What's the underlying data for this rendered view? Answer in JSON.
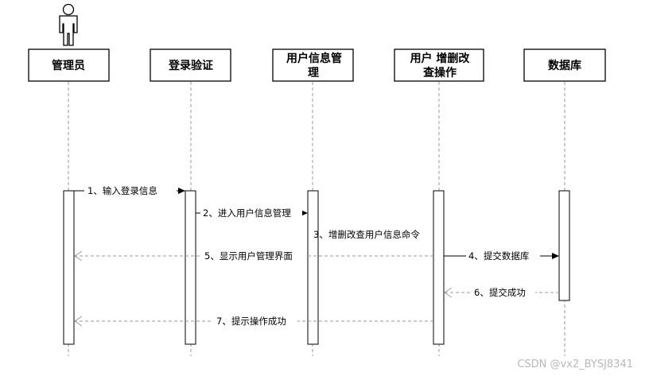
{
  "diagram": {
    "actor": {
      "name": "管理员"
    },
    "participants": [
      {
        "id": "admin",
        "lines": [
          "管理员"
        ]
      },
      {
        "id": "login",
        "lines": [
          "登录验证"
        ]
      },
      {
        "id": "userinfo",
        "lines": [
          "用户信息管",
          "理"
        ]
      },
      {
        "id": "crud",
        "lines": [
          "用户 增删改",
          "查操作"
        ]
      },
      {
        "id": "db",
        "lines": [
          "数据库"
        ]
      }
    ],
    "messages": [
      {
        "label": "1、输入登录信息",
        "from": "admin",
        "to": "login",
        "style": "solid"
      },
      {
        "label": "2、进入用户信息管理",
        "from": "login",
        "to": "userinfo",
        "style": "solid"
      },
      {
        "label": "3、增删改查用户信息命令",
        "from": "userinfo",
        "to": "crud",
        "style": "solid"
      },
      {
        "label": "4、提交数据库",
        "from": "crud",
        "to": "db",
        "style": "solid"
      },
      {
        "label": "5、显示用户管理界面",
        "from": "crud",
        "to": "admin",
        "style": "dashed"
      },
      {
        "label": "6、提交成功",
        "from": "db",
        "to": "crud",
        "style": "dashed"
      },
      {
        "label": "7、提示操作成功",
        "from": "crud",
        "to": "admin",
        "style": "dashed"
      }
    ]
  },
  "watermark": "CSDN @vx2_BYSJ8341"
}
